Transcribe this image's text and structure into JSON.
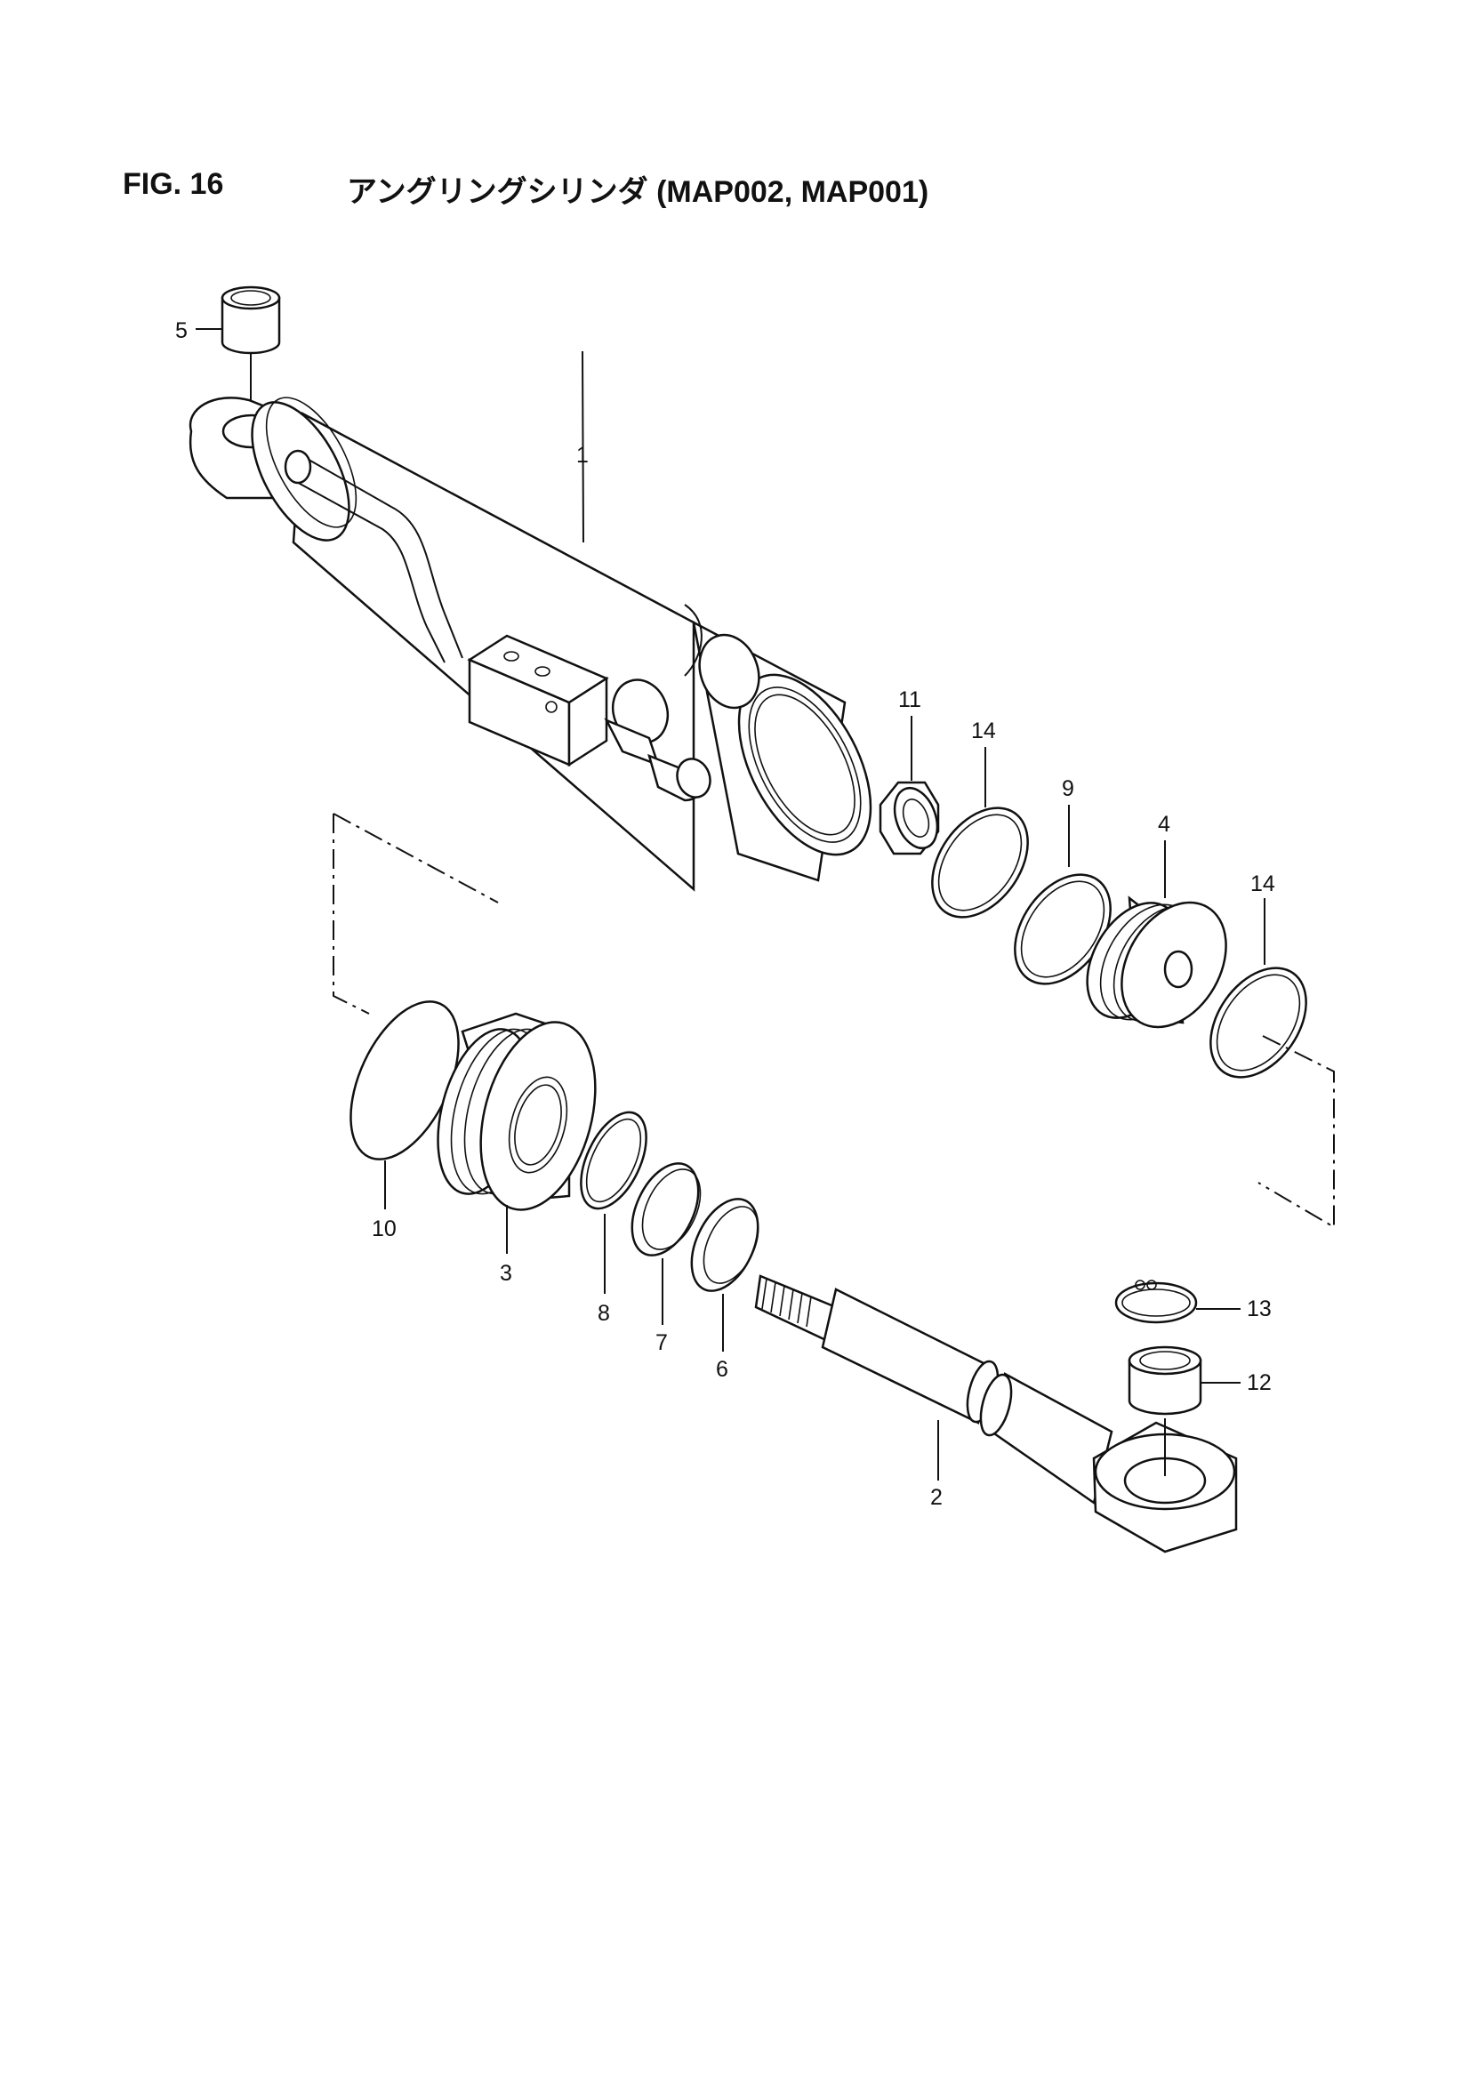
{
  "figure": {
    "number_label": "FIG. 16",
    "title": "アングリングシリンダ (MAP002, MAP001)"
  },
  "callouts": [
    {
      "id": "1",
      "text": "1"
    },
    {
      "id": "2",
      "text": "2"
    },
    {
      "id": "3",
      "text": "3"
    },
    {
      "id": "4",
      "text": "4"
    },
    {
      "id": "5",
      "text": "5"
    },
    {
      "id": "6",
      "text": "6"
    },
    {
      "id": "7",
      "text": "7"
    },
    {
      "id": "8",
      "text": "8"
    },
    {
      "id": "9",
      "text": "9"
    },
    {
      "id": "10",
      "text": "10"
    },
    {
      "id": "11",
      "text": "11"
    },
    {
      "id": "12",
      "text": "12"
    },
    {
      "id": "13",
      "text": "13"
    },
    {
      "id": "14a",
      "text": "14"
    },
    {
      "id": "14b",
      "text": "14"
    }
  ]
}
